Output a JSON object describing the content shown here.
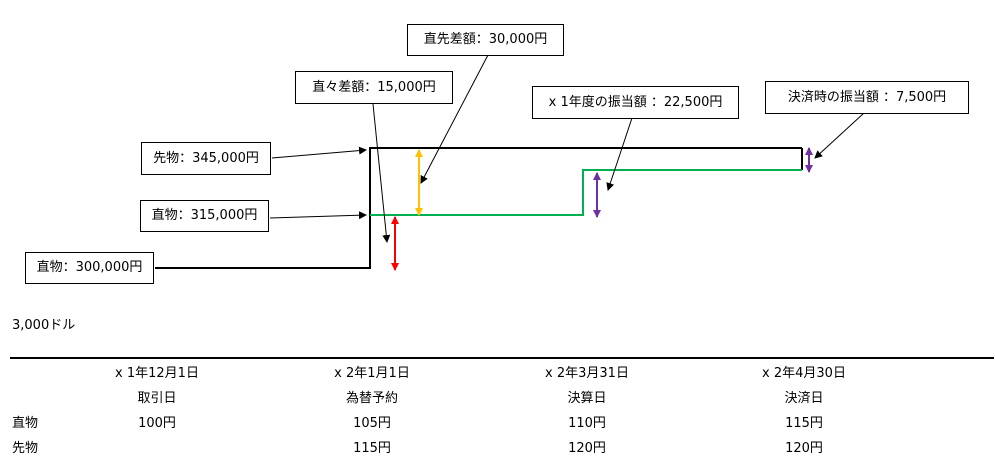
{
  "callouts": {
    "spot_start": "直物：300,000円",
    "spot_contract": "直物：315,000円",
    "forward": "先物：345,000円",
    "spot_diff": "直々差額：15,000円",
    "spot_forward_diff": "直先差額：30,000円",
    "year1_allocation": "x 1年度の振当額 ：22,500円",
    "settlement_allocation": "決済時の振当額 ：7,500円"
  },
  "amount_label": "3,000ドル",
  "timeline": {
    "row_labels": {
      "spot": "直物",
      "forward": "先物"
    },
    "columns": [
      {
        "date": "x 1年12月1日",
        "event": "取引日",
        "spot": "100円",
        "forward": ""
      },
      {
        "date": "x 2年1月1日",
        "event": "為替予約",
        "spot": "105円",
        "forward": "115円"
      },
      {
        "date": "x 2年3月31日",
        "event": "決算日",
        "spot": "110円",
        "forward": "120円"
      },
      {
        "date": "x 2年4月30日",
        "event": "決済日",
        "spot": "115円",
        "forward": "120円"
      }
    ]
  },
  "colors": {
    "black_line": "#000000",
    "green_line": "#00b050",
    "orange_arrow": "#ffc000",
    "red_arrow": "#ff0000",
    "purple_arrow": "#7030a0"
  }
}
